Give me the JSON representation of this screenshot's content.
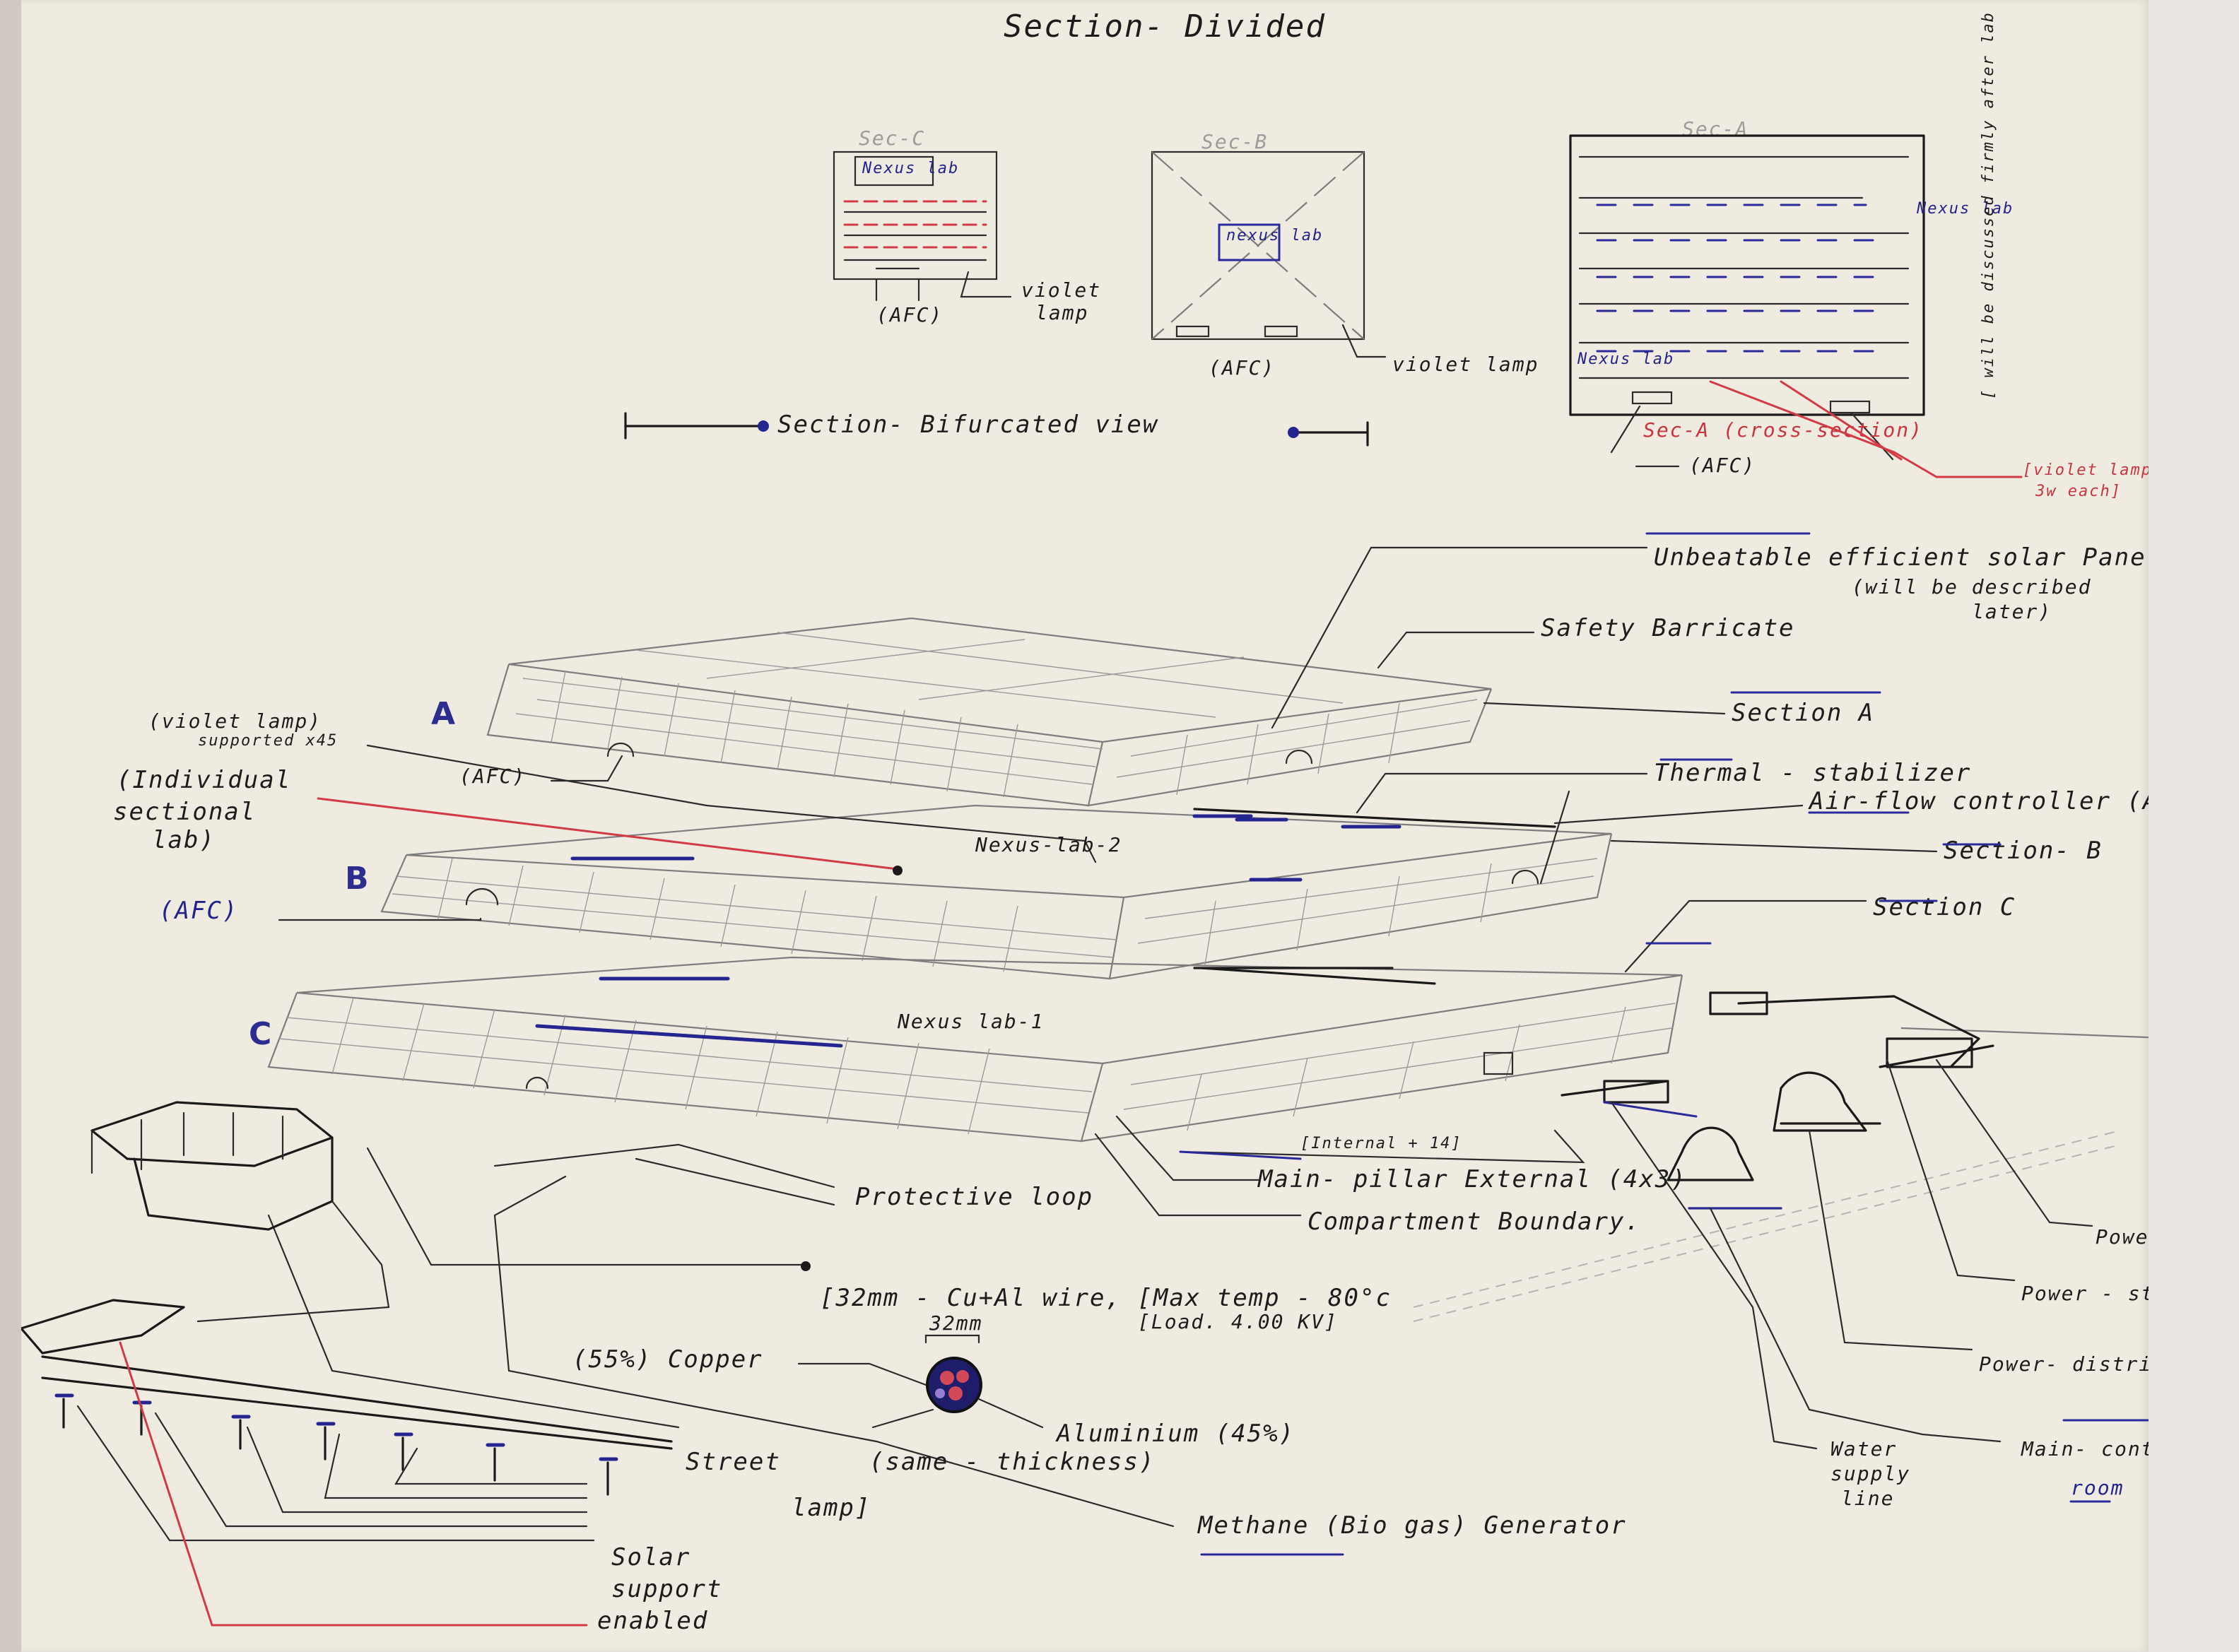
{
  "title": "Section- Divided",
  "cross_sections": {
    "sec_c": {
      "title": "Sec-C",
      "nexus": "Nexus lab",
      "afc": "(AFC)",
      "violet": "violet lamp"
    },
    "sec_b": {
      "title": "Sec-B",
      "nexus": "nexus lab",
      "afc": "(AFC)",
      "violet": "violet lamp"
    },
    "sec_a": {
      "title": "Sec-A",
      "nexus_top": "Nexus lab",
      "nexus_bottom": "Nexus lab",
      "side_note": "[ will be discussed firmly after lab ]",
      "cross_section": "Sec-A (cross-section)",
      "afc": "(AFC)",
      "violet_line1": "[violet lamp",
      "violet_line2": "3w each]"
    }
  },
  "bifurcated_label": "Section- Bifurcated view",
  "section_letters": {
    "a": "A",
    "b": "B",
    "c": "C"
  },
  "labels": {
    "solar_1": "Unbeatable efficient solar Panel",
    "solar_2": "(will be described",
    "solar_3": "later)",
    "safety": "Safety Barricate",
    "section_a": "Section A",
    "thermal": "Thermal - stabilizer",
    "airflow": "Air-flow controller (AFC)",
    "section_b": "Section- B",
    "section_c": "Section C",
    "violet_support_1": "(violet lamp)",
    "violet_support_2": "supported x45",
    "afc_a": "(AFC)",
    "individual_1": "(Individual",
    "individual_2": "sectional",
    "individual_3": "lab)",
    "afc_b": "(AFC)",
    "nexus_lab_2": "Nexus-lab-2",
    "nexus_lab_1": "Nexus lab-1",
    "internal": "[Internal + 14]",
    "main_pillar": "Main- pillar External (4x3)",
    "compartment": "Compartment Boundary.",
    "protective": "Protective loop",
    "wire": "[32mm - Cu+Al wire, [Max temp - 80°c",
    "load": "[Load. 4.00 KV]",
    "wire_size": "32mm",
    "copper": "(55%) Copper",
    "aluminium": "Aluminium (45%)",
    "same": "(same - thickness)",
    "street_1": "Street",
    "street_2": "lamp]",
    "methane": "Methane (Bio gas) Generator",
    "solar_support_1": "Solar",
    "solar_support_2": "support",
    "solar_support_3": "enabled",
    "water_1": "Water",
    "water_2": "supply",
    "water_3": "line",
    "power_divider": "Power-divider",
    "power_stabiliser": "Power - stabiliser",
    "power_distributor": "Power- distributor",
    "main_control_1": "Main- control",
    "main_control_2": "room"
  },
  "colors": {
    "paper": "#efebe1",
    "ink": "#1a1a1a",
    "blue_ink": "#25258f",
    "red_ink": "#d23a46",
    "pencil": "#7d7d7d"
  }
}
